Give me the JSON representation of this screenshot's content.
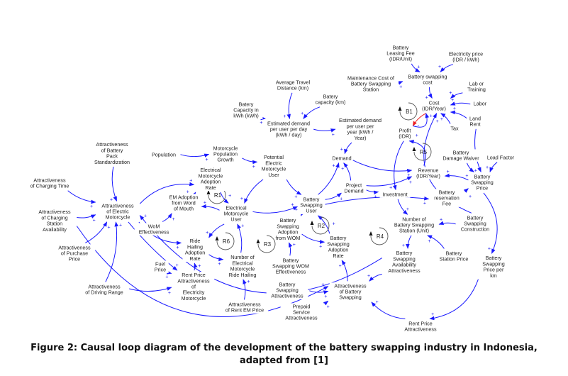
{
  "caption": {
    "line1": "Figure 2: Causal loop diagram of the development of the battery swapping industry in Indonesia,",
    "line2": "adapted from [1]"
  },
  "colors": {
    "link": "#1a1aff",
    "negative_link": "#ee2020",
    "loop_marker": "#555555",
    "text": "#222222"
  },
  "nodes": [
    {
      "id": "leasing_fee",
      "lines": [
        "Battery",
        "Leasing Fee",
        "(IDR/Unit)"
      ]
    },
    {
      "id": "electricity_price",
      "lines": [
        "Electricity price",
        "(IDR / kWh)"
      ]
    },
    {
      "id": "maintenance_cost",
      "lines": [
        "Maintenance Cost of",
        "Battery Swapping",
        "Station"
      ]
    },
    {
      "id": "bs_cost",
      "lines": [
        "Battery swapping",
        "cost"
      ]
    },
    {
      "id": "lab_training",
      "lines": [
        "Lab or",
        "Training"
      ]
    },
    {
      "id": "labor",
      "lines": [
        "Labor"
      ]
    },
    {
      "id": "cost",
      "lines": [
        "Cost",
        "(IDR/Year)"
      ]
    },
    {
      "id": "land_rent",
      "lines": [
        "Land",
        "Rent"
      ]
    },
    {
      "id": "tax",
      "lines": [
        "Tax"
      ]
    },
    {
      "id": "profit",
      "lines": [
        "Profit",
        "(IDR)"
      ]
    },
    {
      "id": "avg_travel",
      "lines": [
        "Average Travel",
        "Distance (km)"
      ]
    },
    {
      "id": "cap_km",
      "lines": [
        "Batery",
        "capacity (km)"
      ]
    },
    {
      "id": "cap_kwh",
      "lines": [
        "Batery",
        "Capacity in",
        "kWh (kWh)"
      ]
    },
    {
      "id": "est_day",
      "lines": [
        "Estimated demand",
        "per user per day",
        "(kWh / day)"
      ]
    },
    {
      "id": "est_year",
      "lines": [
        "Estimated demand",
        "per user per",
        "year (kWh /",
        "Year)"
      ]
    },
    {
      "id": "demand",
      "lines": [
        "Demand"
      ]
    },
    {
      "id": "project_demand",
      "lines": [
        "Project",
        "Demand"
      ]
    },
    {
      "id": "investment",
      "lines": [
        "Investment"
      ]
    },
    {
      "id": "revenue",
      "lines": [
        "Revenue",
        "(IDR/Year)"
      ]
    },
    {
      "id": "damage_waiver",
      "lines": [
        "Battery",
        "Damage Waiver"
      ]
    },
    {
      "id": "load_factor",
      "lines": [
        "Load Factor"
      ]
    },
    {
      "id": "bs_price",
      "lines": [
        "Battery",
        "Swapping",
        "Price"
      ]
    },
    {
      "id": "reservation_fee",
      "lines": [
        "Battery",
        "reservation",
        "Fee"
      ]
    },
    {
      "id": "construction",
      "lines": [
        "Battery",
        "Swapping",
        "Construction"
      ]
    },
    {
      "id": "num_stations",
      "lines": [
        "Number of",
        "Battery Swapping",
        "Station (Unit)"
      ]
    },
    {
      "id": "station_price",
      "lines": [
        "Battery",
        "Station Price"
      ]
    },
    {
      "id": "availability",
      "lines": [
        "Battery",
        "Swapping",
        "Availability",
        "Attractiveness"
      ]
    },
    {
      "id": "price_per_km",
      "lines": [
        "Battery",
        "Swapping",
        "Price per",
        "km"
      ]
    },
    {
      "id": "rent_price_attr",
      "lines": [
        "Rent Price",
        "Attractiveness"
      ]
    },
    {
      "id": "attr_bs",
      "lines": [
        "Attractiveness",
        "of Battery",
        "Swapping"
      ]
    },
    {
      "id": "bs_attractiveness",
      "lines": [
        "Battery",
        "Swapping",
        "Attractiveness"
      ]
    },
    {
      "id": "prepaid",
      "lines": [
        "Prepaid",
        "Service",
        "Attractiveness"
      ]
    },
    {
      "id": "bs_wom_eff",
      "lines": [
        "Battery",
        "Swapping WOM",
        "Effectiveness"
      ]
    },
    {
      "id": "bs_adoption_rate",
      "lines": [
        "Battery",
        "Swapping",
        "Adoption",
        "Rate"
      ]
    },
    {
      "id": "bs_adoption_wom",
      "lines": [
        "Battery",
        "Swapping",
        "Adoption",
        "from WOM"
      ]
    },
    {
      "id": "bs_user",
      "lines": [
        "Battery",
        "Swapping",
        "User"
      ]
    },
    {
      "id": "potential_user",
      "lines": [
        "Potential",
        "Electric",
        "Motorcycle",
        "User"
      ]
    },
    {
      "id": "moto_growth",
      "lines": [
        "Motorcycle",
        "Population",
        "Growth"
      ]
    },
    {
      "id": "population",
      "lines": [
        "Population"
      ]
    },
    {
      "id": "em_adoption_rate",
      "lines": [
        "Electrical",
        "Motorcycle",
        "Adoption",
        "Rate"
      ]
    },
    {
      "id": "em_user",
      "lines": [
        "Electrical",
        "Motorcycle",
        "User"
      ]
    },
    {
      "id": "em_adoption_wom",
      "lines": [
        "EM Adoption",
        "from Word",
        "of Mouth"
      ]
    },
    {
      "id": "wom_eff",
      "lines": [
        "WoM",
        "Effectiveness"
      ]
    },
    {
      "id": "ride_hailing_rate",
      "lines": [
        "Ride",
        "Hailing",
        "Adoption",
        "Rate"
      ]
    },
    {
      "id": "num_ride_hailing",
      "lines": [
        "Number of",
        "Electrical",
        "Motorcycle",
        "Ride Hailing"
      ]
    },
    {
      "id": "fuel_price",
      "lines": [
        "Fuel",
        "Price"
      ]
    },
    {
      "id": "rent_price_attr_em",
      "lines": [
        "Rent Price",
        "Attractiveness",
        "of",
        "Electricity",
        "Motorcycle"
      ]
    },
    {
      "id": "attr_rent_em",
      "lines": [
        "Attractiveness",
        "of Rent EM Price"
      ]
    },
    {
      "id": "attr_em",
      "lines": [
        "Attractiveness",
        "of Electric",
        "Motorcycle"
      ]
    },
    {
      "id": "attr_pack",
      "lines": [
        "Attractiveness",
        "of Battery",
        "Pack",
        "Standardization"
      ]
    },
    {
      "id": "attr_charging_time",
      "lines": [
        "Attractiveness",
        "of Charging Time"
      ]
    },
    {
      "id": "attr_charging_station",
      "lines": [
        "Attractiveness",
        "of Charging",
        "Station",
        "Availability"
      ]
    },
    {
      "id": "attr_purchase",
      "lines": [
        "Attractiveness",
        "of Purchase",
        "Price"
      ]
    },
    {
      "id": "attr_range",
      "lines": [
        "Attractiveness",
        "of Driving Range"
      ]
    }
  ],
  "loops": [
    {
      "id": "R1",
      "label": "R1"
    },
    {
      "id": "B1",
      "label": "B1"
    },
    {
      "id": "R5",
      "label": "R5"
    },
    {
      "id": "R2",
      "label": "R2"
    },
    {
      "id": "R3",
      "label": "R3"
    },
    {
      "id": "R6",
      "label": "R6"
    },
    {
      "id": "R4",
      "label": "R4"
    }
  ],
  "links": [
    {
      "from": "leasing_fee",
      "to": "bs_cost",
      "polarity": "+"
    },
    {
      "from": "electricity_price",
      "to": "bs_cost",
      "polarity": "+"
    },
    {
      "from": "maintenance_cost",
      "to": "bs_cost",
      "polarity": "+"
    },
    {
      "from": "bs_cost",
      "to": "cost",
      "polarity": "+"
    },
    {
      "from": "lab_training",
      "to": "cost",
      "polarity": "+"
    },
    {
      "from": "labor",
      "to": "cost",
      "polarity": "+"
    },
    {
      "from": "land_rent",
      "to": "cost",
      "polarity": "+"
    },
    {
      "from": "tax",
      "to": "cost",
      "polarity": "+"
    },
    {
      "from": "cost",
      "to": "profit",
      "polarity": "-"
    },
    {
      "from": "profit",
      "to": "cost",
      "polarity": "+"
    },
    {
      "from": "revenue",
      "to": "profit",
      "polarity": "+"
    },
    {
      "from": "profit",
      "to": "investment",
      "polarity": "+"
    },
    {
      "from": "investment",
      "to": "num_stations",
      "polarity": "+"
    },
    {
      "from": "avg_travel",
      "to": "est_day",
      "polarity": "+"
    },
    {
      "from": "cap_kwh",
      "to": "est_day",
      "polarity": "+"
    },
    {
      "from": "cap_km",
      "to": "est_day",
      "polarity": "+"
    },
    {
      "from": "est_day",
      "to": "est_year",
      "polarity": "+"
    },
    {
      "from": "est_year",
      "to": "demand",
      "polarity": "+"
    },
    {
      "from": "demand",
      "to": "revenue",
      "polarity": "+"
    },
    {
      "from": "project_demand",
      "to": "demand",
      "polarity": "+"
    },
    {
      "from": "project_demand",
      "to": "revenue",
      "polarity": "+"
    },
    {
      "from": "project_demand",
      "to": "investment",
      "polarity": "+"
    },
    {
      "from": "bs_user",
      "to": "demand",
      "polarity": "+"
    },
    {
      "from": "bs_user",
      "to": "project_demand",
      "polarity": "+"
    },
    {
      "from": "bs_user",
      "to": "bs_adoption_wom",
      "polarity": "+"
    },
    {
      "from": "bs_user",
      "to": "reservation_fee",
      "polarity": "+"
    },
    {
      "from": "reservation_fee",
      "to": "bs_price",
      "polarity": "+"
    },
    {
      "from": "bs_price",
      "to": "revenue",
      "polarity": "+"
    },
    {
      "from": "damage_waiver",
      "to": "bs_price",
      "polarity": "+"
    },
    {
      "from": "load_factor",
      "to": "bs_price",
      "polarity": "+"
    },
    {
      "from": "land_rent",
      "to": "bs_price",
      "polarity": "+"
    },
    {
      "from": "bs_price",
      "to": "price_per_km",
      "polarity": "+"
    },
    {
      "from": "price_per_km",
      "to": "rent_price_attr",
      "polarity": "+"
    },
    {
      "from": "rent_price_attr",
      "to": "attr_bs",
      "polarity": "+"
    },
    {
      "from": "construction",
      "to": "num_stations",
      "polarity": "+"
    },
    {
      "from": "construction",
      "to": "cost",
      "polarity": "+"
    },
    {
      "from": "station_price",
      "to": "num_stations",
      "polarity": "+"
    },
    {
      "from": "num_stations",
      "to": "availability",
      "polarity": "+"
    },
    {
      "from": "availability",
      "to": "attr_bs",
      "polarity": "+"
    },
    {
      "from": "availability",
      "to": "attr_em",
      "polarity": "+"
    },
    {
      "from": "attr_bs",
      "to": "bs_adoption_rate",
      "polarity": "+"
    },
    {
      "from": "bs_attractiveness",
      "to": "attr_bs",
      "polarity": "+"
    },
    {
      "from": "prepaid",
      "to": "attr_bs",
      "polarity": "+"
    },
    {
      "from": "bs_adoption_rate",
      "to": "bs_user",
      "polarity": "+"
    },
    {
      "from": "bs_adoption_wom",
      "to": "bs_adoption_rate",
      "polarity": "+"
    },
    {
      "from": "bs_wom_eff",
      "to": "bs_adoption_wom",
      "polarity": "+"
    },
    {
      "from": "em_user",
      "to": "bs_user",
      "polarity": "+"
    },
    {
      "from": "potential_user",
      "to": "em_user",
      "polarity": "+"
    },
    {
      "from": "potential_user",
      "to": "bs_user",
      "polarity": "+"
    },
    {
      "from": "moto_growth",
      "to": "potential_user",
      "polarity": "+"
    },
    {
      "from": "population",
      "to": "moto_growth",
      "polarity": "+"
    },
    {
      "from": "em_adoption_rate",
      "to": "em_user",
      "polarity": "+"
    },
    {
      "from": "em_adoption_wom",
      "to": "em_adoption_rate",
      "polarity": "+"
    },
    {
      "from": "wom_eff",
      "to": "em_adoption_wom",
      "polarity": "+"
    },
    {
      "from": "em_user",
      "to": "em_adoption_wom",
      "polarity": "+"
    },
    {
      "from": "em_user",
      "to": "ride_hailing_rate",
      "polarity": "+"
    },
    {
      "from": "ride_hailing_rate",
      "to": "num_ride_hailing",
      "polarity": "+"
    },
    {
      "from": "num_ride_hailing",
      "to": "em_user",
      "polarity": "+"
    },
    {
      "from": "rent_price_attr_em",
      "to": "ride_hailing_rate",
      "polarity": "+"
    },
    {
      "from": "fuel_price",
      "to": "rent_price_attr_em",
      "polarity": "+"
    },
    {
      "from": "attr_rent_em",
      "to": "num_ride_hailing",
      "polarity": "+"
    },
    {
      "from": "attr_em",
      "to": "em_adoption_rate",
      "polarity": "+"
    },
    {
      "from": "attr_em",
      "to": "ride_hailing_rate",
      "polarity": "+"
    },
    {
      "from": "attr_em",
      "to": "rent_price_attr_em",
      "polarity": "+"
    },
    {
      "from": "attr_pack",
      "to": "attr_em",
      "polarity": "+"
    },
    {
      "from": "attr_charging_time",
      "to": "attr_em",
      "polarity": "+"
    },
    {
      "from": "attr_charging_station",
      "to": "attr_em",
      "polarity": "+"
    },
    {
      "from": "attr_charging_station",
      "to": "attr_bs",
      "polarity": "+"
    },
    {
      "from": "attr_purchase",
      "to": "attr_em",
      "polarity": "+"
    },
    {
      "from": "attr_range",
      "to": "attr_em",
      "polarity": "+"
    },
    {
      "from": "attr_range",
      "to": "rent_price_attr_em",
      "polarity": "+"
    }
  ]
}
